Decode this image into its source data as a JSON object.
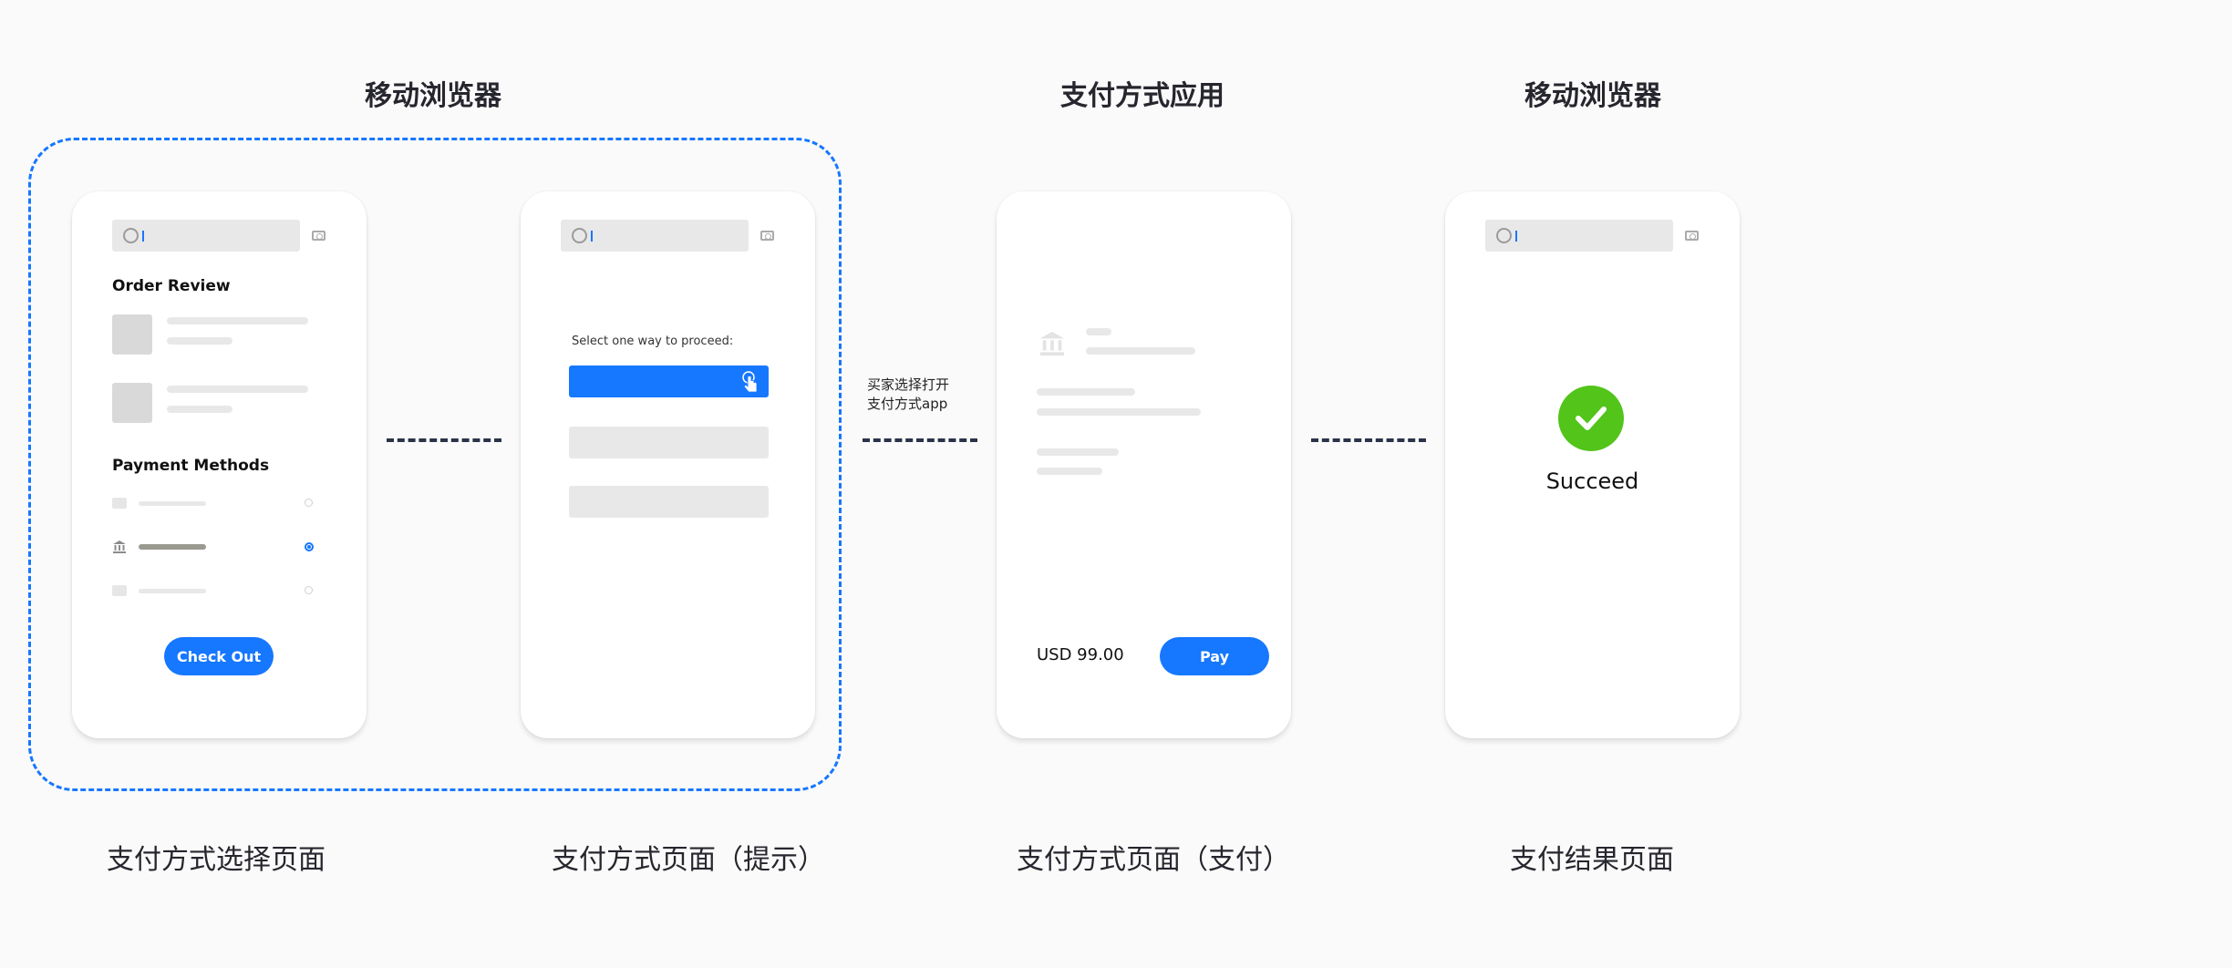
{
  "group_titles": {
    "browser_1": "移动浏览器",
    "payment_app": "支付方式应用",
    "browser_2": "移动浏览器"
  },
  "captions": {
    "step1": "支付方式选择页面",
    "step2": "支付方式页面（提示）",
    "step3": "支付方式页面（支付）",
    "step4": "支付结果页面"
  },
  "screen1": {
    "order_review": "Order Review",
    "payment_methods": "Payment Methods",
    "checkout_button": "Check Out"
  },
  "screen2": {
    "prompt": "Select one way to proceed:"
  },
  "connector_note": {
    "line1": "买家选择打开",
    "line2": "支付方式app"
  },
  "screen3": {
    "amount": "USD 99.00",
    "pay_button": "Pay"
  },
  "screen4": {
    "result": "Succeed"
  },
  "colors": {
    "accent": "#1677ff",
    "success": "#52c41a",
    "connector": "#2b3348"
  },
  "icons": [
    "globe-icon",
    "camera-icon",
    "bank-icon",
    "card-icon",
    "tap-hand-icon",
    "check-icon"
  ]
}
